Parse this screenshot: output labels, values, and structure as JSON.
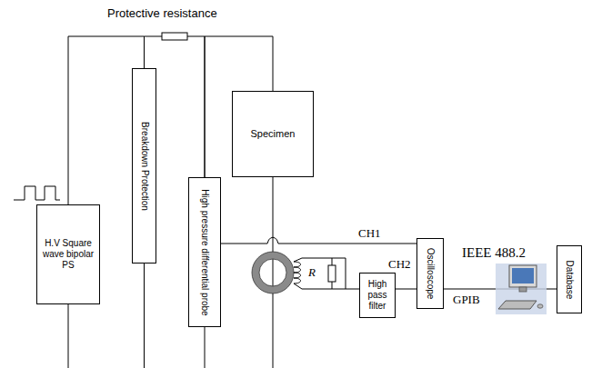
{
  "diagram": {
    "nodes": [
      {
        "text": [
          "H.V Square wave bipolar PS"
        ]
      },
      {
        "text": [
          "Breakdown Protection"
        ]
      },
      {
        "text": [
          "High pressure differential probe"
        ]
      },
      {
        "text": [
          "Specimen"
        ]
      },
      {
        "text": [
          "High pass filter"
        ]
      },
      {
        "text": [
          "Oscilloscope"
        ]
      },
      {
        "text": [
          "Database"
        ]
      }
    ],
    "edges": [
      {
        "from": 0,
        "to": 1,
        "arrow": "none"
      },
      {
        "from": 1,
        "to": 2,
        "arrow": "none"
      },
      {
        "from": 2,
        "to": 3,
        "arrow": "none"
      },
      {
        "from": 2,
        "to": 5,
        "label": "CH1",
        "arrow": "none"
      },
      {
        "from": 4,
        "to": 5,
        "label": "CH2",
        "arrow": "none"
      },
      {
        "from": 5,
        "to": 6,
        "arrow": "none"
      }
    ],
    "labels": [
      "Protective resistance",
      "R",
      "IEEE 488.2",
      "GPIB"
    ]
  }
}
